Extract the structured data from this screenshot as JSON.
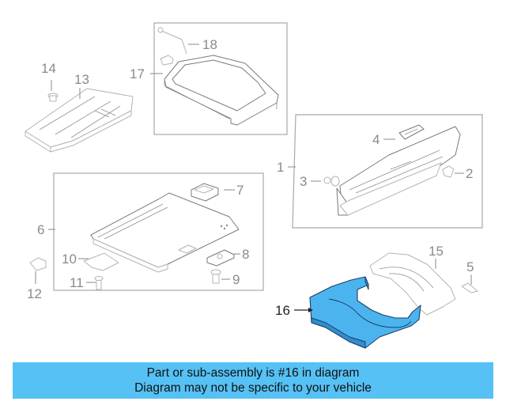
{
  "callouts": {
    "c1": "1",
    "c2": "2",
    "c3": "3",
    "c4": "4",
    "c5": "5",
    "c6": "6",
    "c7": "7",
    "c8": "8",
    "c9": "9",
    "c10": "10",
    "c11": "11",
    "c12": "12",
    "c13": "13",
    "c14": "14",
    "c15": "15",
    "c16": "16",
    "c17": "17",
    "c18": "18"
  },
  "highlight_color": "#4bb4ef",
  "banner": {
    "line1": "Part or sub-assembly is #16 in diagram",
    "line2": "Diagram may not be specific to your vehicle",
    "background": "#55c1f5"
  }
}
